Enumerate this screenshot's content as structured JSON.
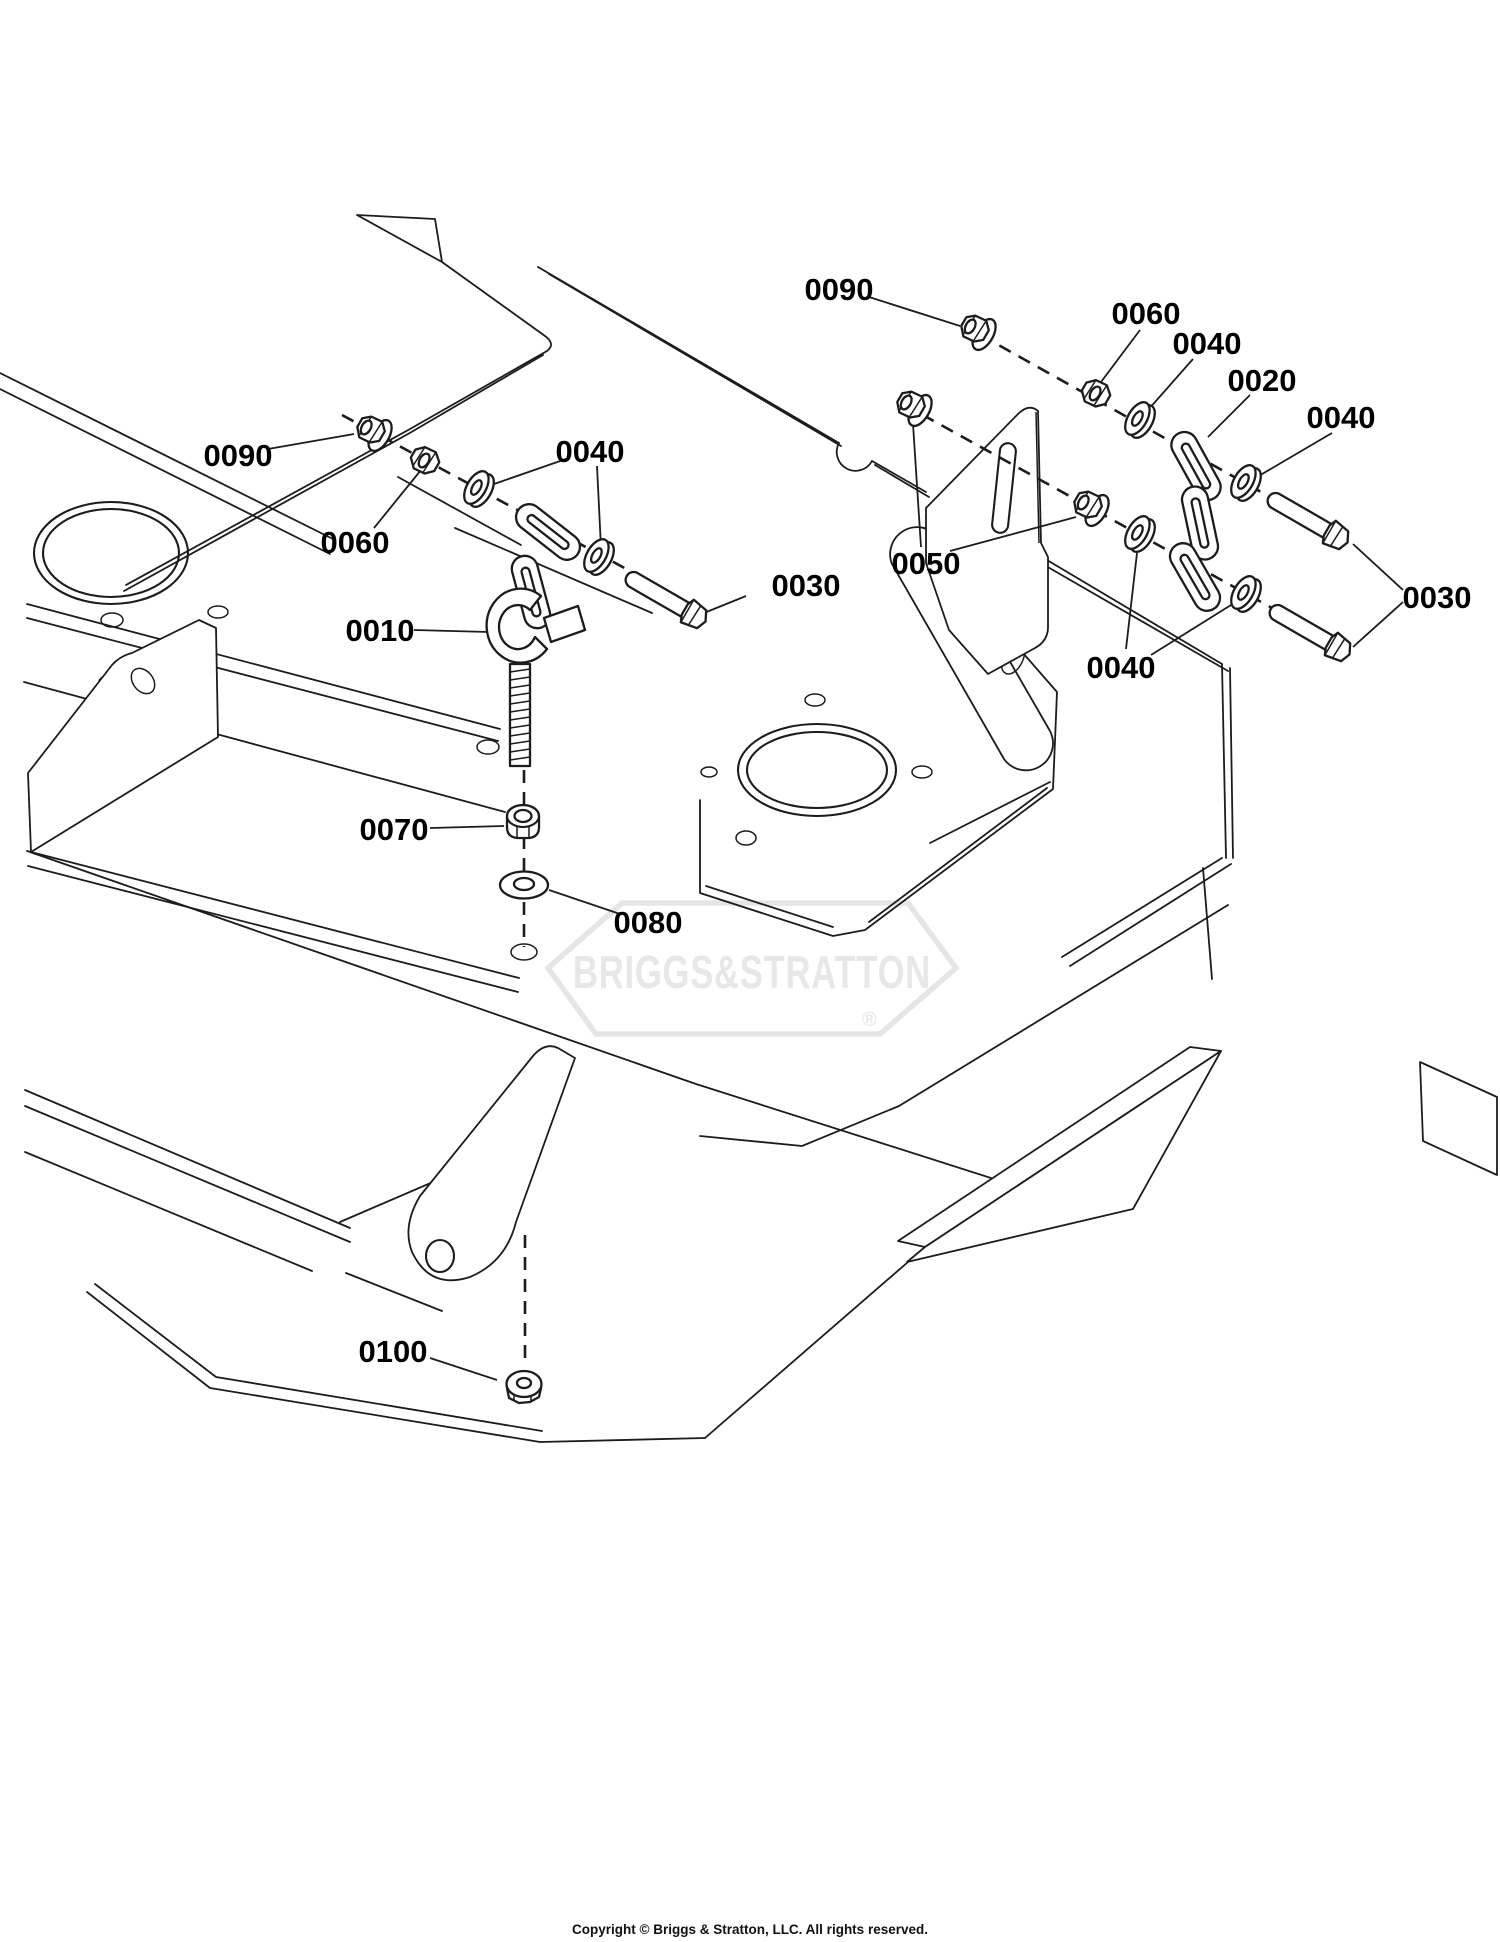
{
  "diagram": {
    "type": "exploded-parts-diagram",
    "subject": "mower deck hanger chains and hardware",
    "line_color": "#1c1c1c",
    "background": "#ffffff",
    "callouts": [
      {
        "label": "0090",
        "part_hint": "flange-lock-nut",
        "cluster": "left"
      },
      {
        "label": "0060",
        "part_hint": "hex-nut",
        "cluster": "left"
      },
      {
        "label": "0040",
        "part_hint": "flat-washer",
        "cluster": "left"
      },
      {
        "label": "0010",
        "part_hint": "chain-with-hook-bolt",
        "cluster": "left"
      },
      {
        "label": "0030",
        "part_hint": "hex-bolt",
        "cluster": "left"
      },
      {
        "label": "0070",
        "part_hint": "hex-nut",
        "cluster": "center"
      },
      {
        "label": "0080",
        "part_hint": "flat-washer",
        "cluster": "center"
      },
      {
        "label": "0100",
        "part_hint": "flange-nut",
        "cluster": "bottom"
      },
      {
        "label": "0090",
        "part_hint": "flange-lock-nut",
        "cluster": "right"
      },
      {
        "label": "0060",
        "part_hint": "hex-nut",
        "cluster": "right"
      },
      {
        "label": "0040",
        "part_hint": "flat-washer",
        "cluster": "right"
      },
      {
        "label": "0020",
        "part_hint": "chain",
        "cluster": "right"
      },
      {
        "label": "0040",
        "part_hint": "flat-washer",
        "cluster": "right"
      },
      {
        "label": "0050",
        "part_hint": "flange-lock-nut",
        "cluster": "right"
      },
      {
        "label": "0040",
        "part_hint": "flat-washer",
        "cluster": "right"
      },
      {
        "label": "0030",
        "part_hint": "hex-bolt",
        "cluster": "right"
      }
    ]
  },
  "watermark": {
    "text": "BRIGGS&STRATTON",
    "registered": "®",
    "color": "#e7e7e7"
  },
  "footer": {
    "copyright": "Copyright © Briggs & Stratton, LLC. All rights reserved."
  }
}
